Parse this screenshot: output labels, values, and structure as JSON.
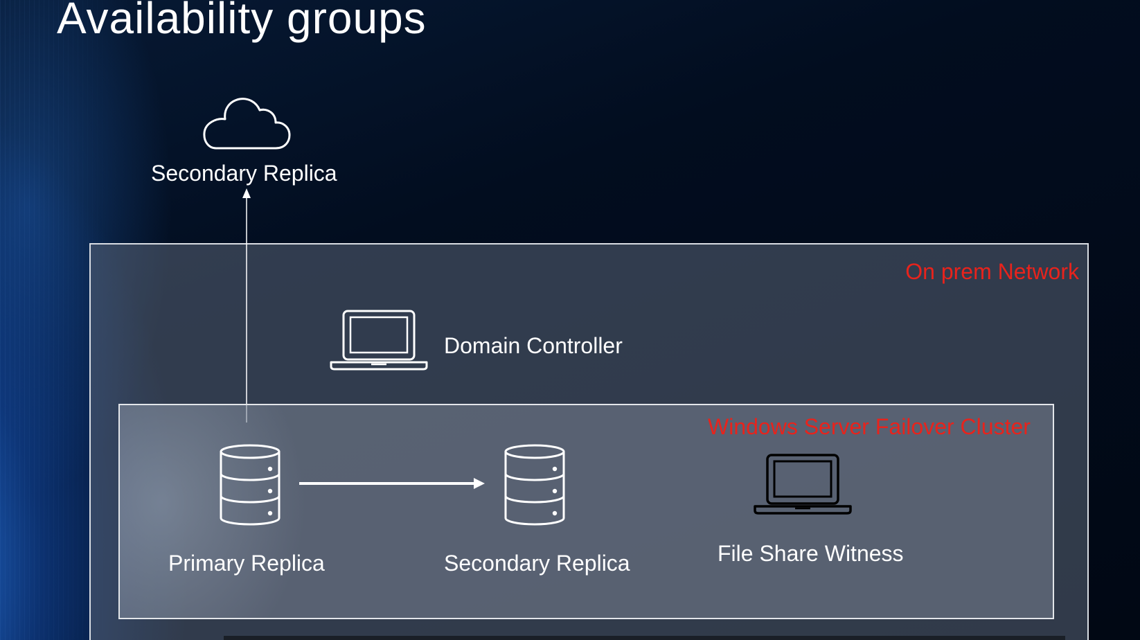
{
  "slide": {
    "title": "Availability groups"
  },
  "cloud": {
    "icon": "cloud-icon",
    "label": "Secondary Replica"
  },
  "on_prem_network": {
    "label": "On prem Network",
    "label_color": "#e8231c",
    "domain_controller": {
      "icon": "laptop-icon",
      "label": "Domain Controller"
    }
  },
  "failover_cluster": {
    "label": "Windows Server Failover Cluster",
    "label_color": "#e8231c",
    "primary_replica": {
      "icon": "database-icon",
      "label": "Primary Replica"
    },
    "secondary_replica": {
      "icon": "database-icon",
      "label": "Secondary Replica"
    },
    "file_share_witness": {
      "icon": "laptop-icon",
      "label": "File Share Witness"
    }
  }
}
